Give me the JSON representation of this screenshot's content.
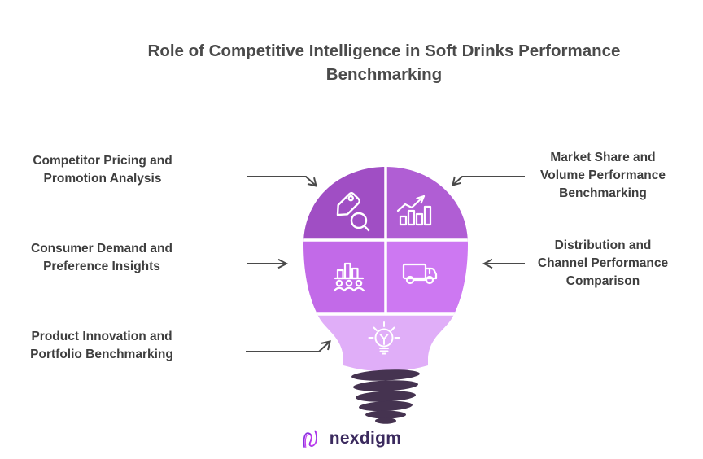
{
  "title": {
    "line1": "Role of Competitive Intelligence in Soft Drinks Performance",
    "line2": "Benchmarking"
  },
  "callouts": {
    "left": [
      {
        "line1": "Competitor Pricing and",
        "line2": "Promotion Analysis"
      },
      {
        "line1": "Consumer Demand and",
        "line2": "Preference Insights"
      },
      {
        "line1": "Product Innovation and",
        "line2": "Portfolio Benchmarking"
      }
    ],
    "right": [
      {
        "line1": "Market Share and",
        "line2": "Volume Performance",
        "line3": "Benchmarking"
      },
      {
        "line1": "Distribution and",
        "line2": "Channel Performance",
        "line3": "Comparison"
      }
    ]
  },
  "bulb": {
    "segments": [
      {
        "name": "pricing-analysis",
        "icon": "price-tag-search-icon",
        "color": "#a04ec4"
      },
      {
        "name": "market-share-benchmarking",
        "icon": "growth-chart-icon",
        "color": "#b05ed4"
      },
      {
        "name": "consumer-demand",
        "icon": "audience-bars-icon",
        "color": "#c26ae8"
      },
      {
        "name": "distribution-comparison",
        "icon": "delivery-truck-icon",
        "color": "#cd78f2"
      },
      {
        "name": "innovation-neck",
        "icon": "lightbulb-icon",
        "color": "#e0aef8"
      }
    ],
    "base_color": "#453350"
  },
  "logo": {
    "text": "nexdigm",
    "icon": "nexdigm-n-icon"
  },
  "colors": {
    "background": "#ffffff",
    "arrow": "#4a4a4a",
    "title_text": "#4a4a4a",
    "label_text": "#3e3e3e",
    "icon_stroke": "#ffffff",
    "divider": "#ffffff",
    "logo_text": "#3b2a5e",
    "logo_icon_purple": "#8b30e0",
    "logo_icon_magenta": "#c93bf0"
  }
}
